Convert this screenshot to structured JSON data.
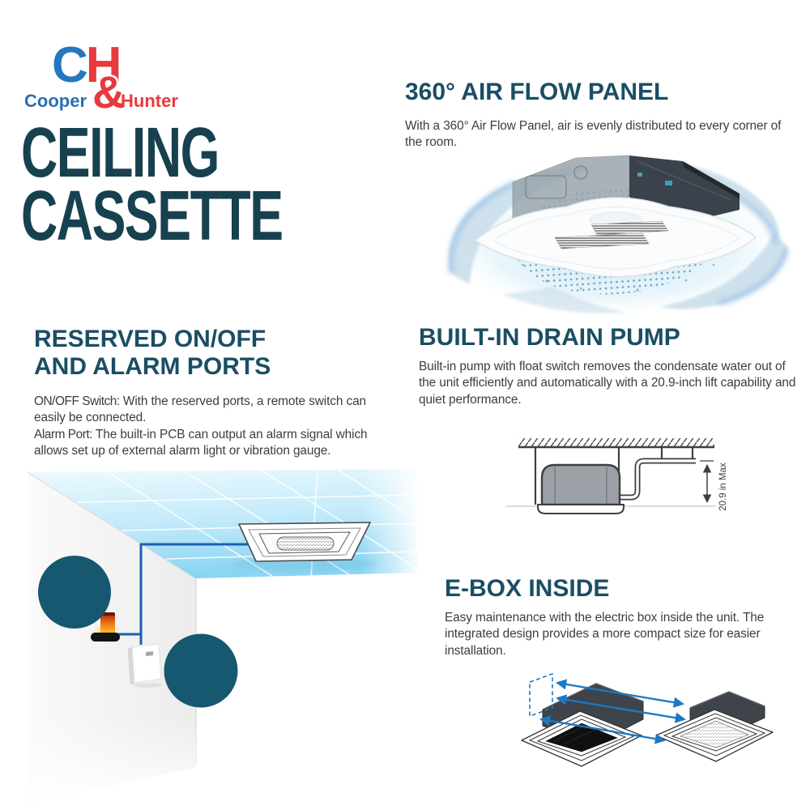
{
  "brand": {
    "big_c": "C",
    "big_h": "H",
    "ampersand": "&",
    "cooper": "Cooper",
    "hunter": "Hunter",
    "blue": "#2478BE",
    "red": "#E8393D"
  },
  "title": {
    "line1": "CEILING",
    "line2": "CASSETTE"
  },
  "sections": {
    "airflow": {
      "heading": "360° AIR FLOW PANEL",
      "body": "With a 360° Air Flow Panel, air is evenly distributed to every corner of the room."
    },
    "ports": {
      "heading": "RESERVED ON/OFF\nAND ALARM PORTS",
      "onoff_label": "ON/OFF Switch:",
      "onoff_text": " With the reserved ports, a remote switch can easily be connected.",
      "alarm_label": "Alarm Port:",
      "alarm_text": " The built-in PCB can output an alarm signal which allows set up of external alarm light or vibration gauge."
    },
    "drain": {
      "heading": "BUILT-IN DRAIN PUMP",
      "body": "Built-in pump with float switch removes the condensate water out of the unit efficiently and automatically with a 20.9-inch lift capability and quiet performance.",
      "diagram_label": "20.9 in Max"
    },
    "ebox": {
      "heading": "E-BOX INSIDE",
      "body": "Easy maintenance with the electric box inside the unit. The integrated design provides a more compact size for easier installation."
    }
  },
  "colors": {
    "heading_teal": "#1A4E63",
    "title_teal": "#17414E",
    "body_gray": "#3D3D3D",
    "ceiling_blue": "#8AD5F3",
    "circle_teal": "#16586F",
    "wire_blue": "#1A5FB4",
    "arrow_blue": "#1C78C5"
  }
}
